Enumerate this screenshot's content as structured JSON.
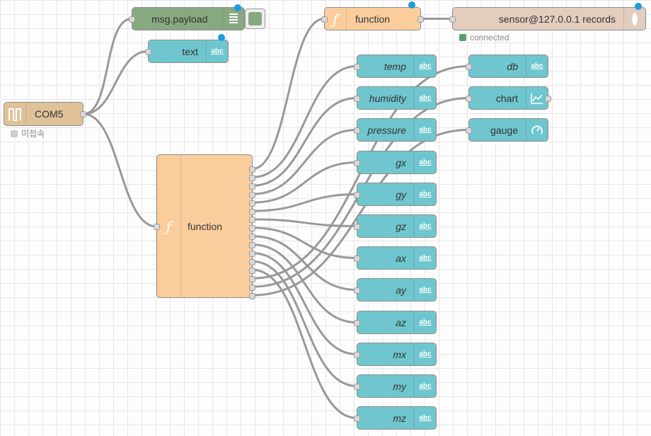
{
  "nodes": {
    "com5": {
      "label": "COM5",
      "status": "미접속",
      "status_color": "#cccccc"
    },
    "msg_payload": {
      "label": "msg.payload"
    },
    "text": {
      "label": "text",
      "icon": "abc"
    },
    "function_top": {
      "label": "function",
      "icon": "ƒ"
    },
    "sensor": {
      "label": "sensor@127.0.0.1 records",
      "status": "connected",
      "status_color": "#5a9e6f"
    },
    "function_main": {
      "label": "function",
      "icon": "ƒ"
    },
    "outputs": [
      {
        "label": "temp"
      },
      {
        "label": "humidity"
      },
      {
        "label": "pressure"
      },
      {
        "label": "gx"
      },
      {
        "label": "gy"
      },
      {
        "label": "gz"
      },
      {
        "label": "ax"
      },
      {
        "label": "ay"
      },
      {
        "label": "az"
      },
      {
        "label": "mx"
      },
      {
        "label": "my"
      },
      {
        "label": "mz"
      }
    ],
    "db": {
      "label": "db"
    },
    "chart": {
      "label": "chart"
    },
    "gauge": {
      "label": "gauge"
    },
    "abc_icon": "abc"
  },
  "colors": {
    "text_node": "#6fc6cf",
    "function_node": "#fbcd9c",
    "debug_node": "#87a980",
    "serial_node": "#e0c299",
    "db_node": "#e3cdbd",
    "changed_dot": "#1f9bdb",
    "wire": "#999999"
  }
}
